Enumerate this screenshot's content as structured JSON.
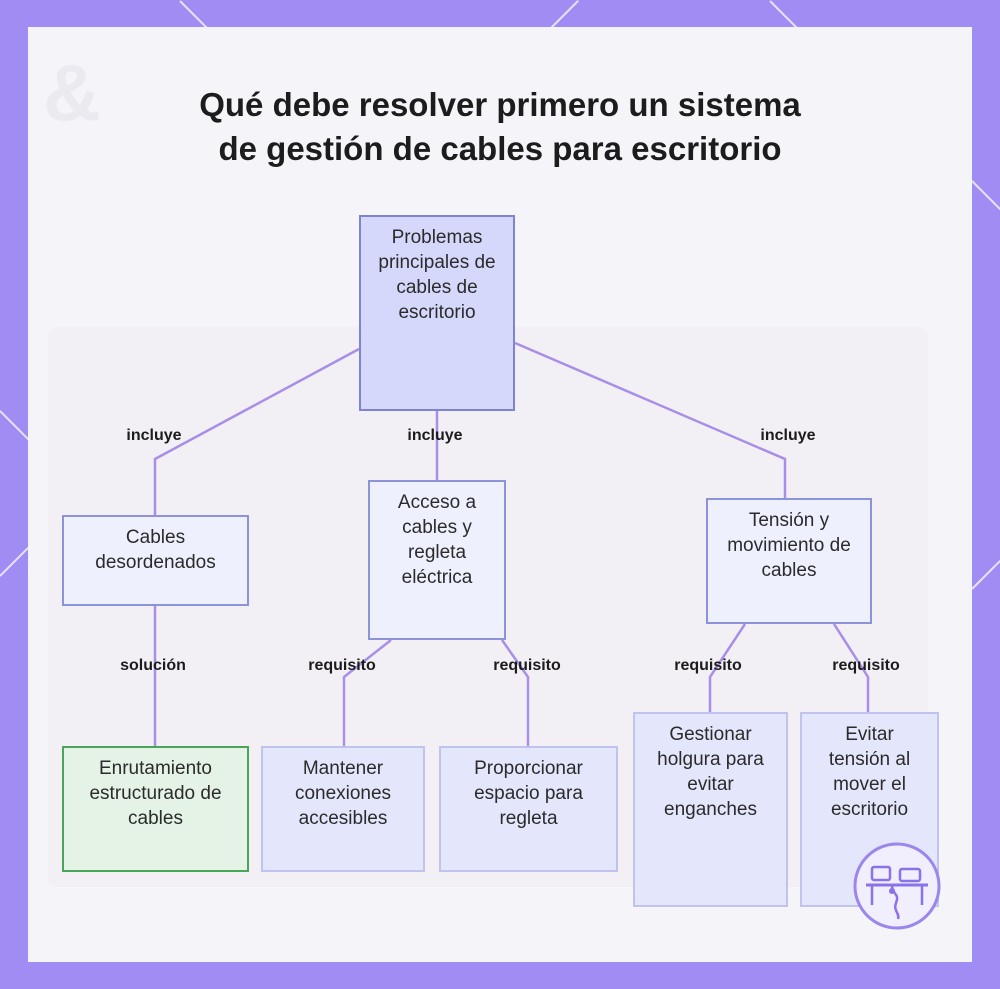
{
  "title": {
    "line1": "Qué debe resolver primero un sistema",
    "line2": "de gestión de cables para escritorio"
  },
  "nodes": {
    "root": "Problemas principales de cables de escritorio",
    "cables_desordenados": "Cables desordenados",
    "acceso_regleta": "Acceso a cables y regleta eléctrica",
    "tension_movimiento": "Tensión y movimiento de cables",
    "enrutamiento": "Enrutamiento estructurado de cables",
    "mantener_conexiones": "Mantener conexiones accesibles",
    "espacio_regleta": "Proporcionar espacio para regleta",
    "gestionar_holgura": "Gestionar holgura para evitar enganches",
    "evitar_tension": "Evitar tensión al mover el escritorio"
  },
  "edges": {
    "includes_1": "incluye",
    "includes_2": "incluye",
    "includes_3": "incluye",
    "solution": "solución",
    "req_1": "requisito",
    "req_2": "requisito",
    "req_3": "requisito",
    "req_4": "requisito"
  },
  "colors": {
    "frame": "#a18cf4",
    "connector": "#a88ee8",
    "root_fill": "#d6d8fb",
    "solution_border": "#4aa55a"
  },
  "icons": {
    "logo": "desk-cable-logo-icon"
  }
}
